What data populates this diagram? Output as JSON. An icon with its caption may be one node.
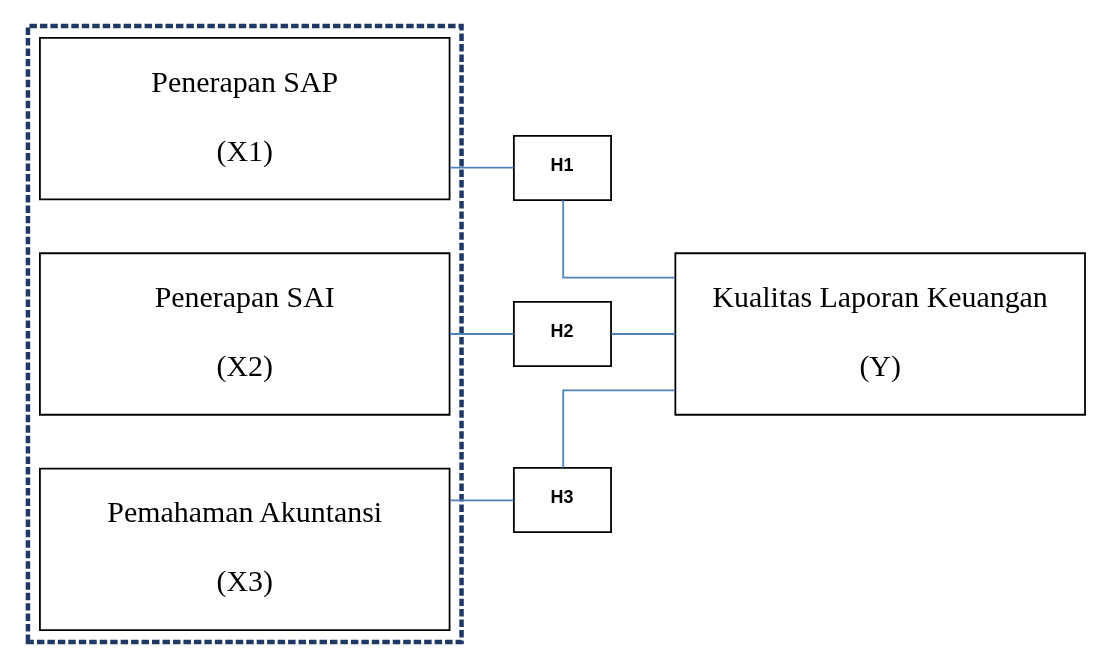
{
  "diagram": {
    "nodes": [
      {
        "text": [],
        "shape": "box"
      },
      {
        "text": [
          "Penerapan SAP",
          "(X1)"
        ],
        "in": 0
      },
      {
        "text": [
          "Penerapan SAI",
          "(X2)"
        ],
        "in": 0
      },
      {
        "text": [
          "Pemahaman Akuntansi",
          "(X3)"
        ],
        "in": 0
      },
      {
        "text": [
          "H1"
        ]
      },
      {
        "text": [
          "H2"
        ]
      },
      {
        "text": [
          "H3"
        ]
      },
      {
        "text": [
          "Kualitas Laporan Keuangan",
          "(Y)"
        ]
      }
    ],
    "edges": [
      {
        "from": 1,
        "to": 4,
        "arrow": "none"
      },
      {
        "from": 2,
        "to": 5,
        "arrow": "none"
      },
      {
        "from": 3,
        "to": 6,
        "arrow": "none"
      },
      {
        "from": 4,
        "to": 7,
        "arrow": "none"
      },
      {
        "from": 5,
        "to": 7,
        "arrow": "none"
      },
      {
        "from": 6,
        "to": 7,
        "arrow": "none"
      }
    ]
  }
}
